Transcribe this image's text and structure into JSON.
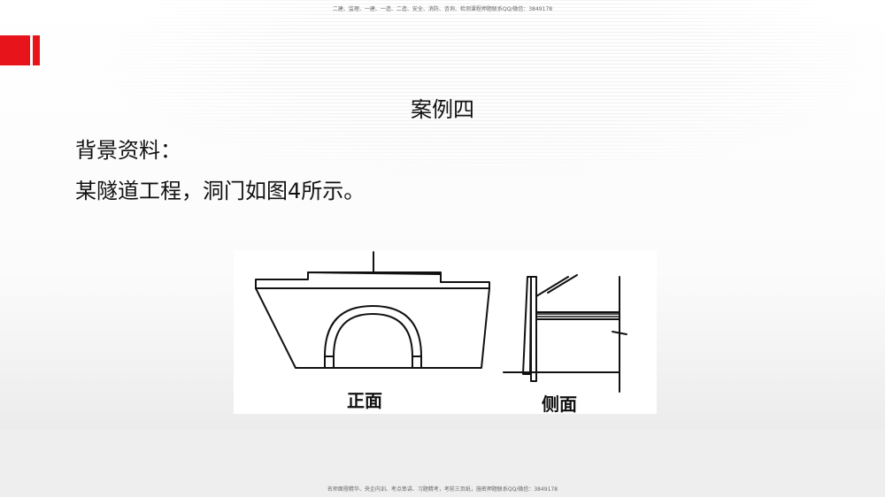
{
  "header": {
    "watermark": "二建、监理、一建、一造、二造、安全、消防、咨询、检测课程押题联系QQ/微信：3849178"
  },
  "slide": {
    "title": "案例四",
    "background_label": "背景资料：",
    "description": "某隧道工程，洞门如图4所示。"
  },
  "figure": {
    "front_caption": "正面",
    "side_caption": "侧面"
  },
  "footer": {
    "watermark": "名师面授精华、央企内训、考点串讲、习题精考，考前三页纸，施密押题联系QQ/微信：3849178"
  },
  "colors": {
    "accent": "#e8141b",
    "text": "#111111"
  }
}
